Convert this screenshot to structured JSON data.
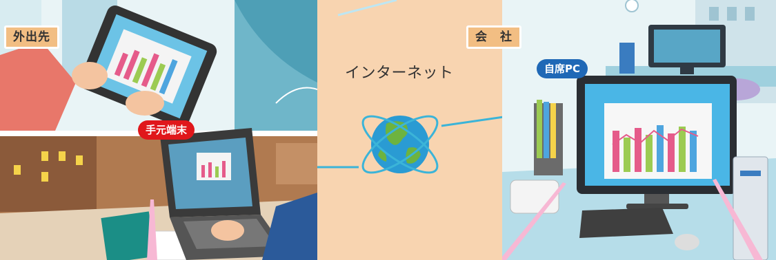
{
  "labels": {
    "outside": "外出先",
    "office": "会　社",
    "internet": "インターネット",
    "handheld": "手元端末",
    "own_pc": "自席PC"
  },
  "colors": {
    "background": "#f8d4b0",
    "label_box": "#f2be83",
    "bubble_red": "#e0171b",
    "bubble_blue": "#1f68b6",
    "connector": "#3bb4d8",
    "globe_ocean": "#2a9bd3",
    "globe_land": "#6db33f"
  }
}
